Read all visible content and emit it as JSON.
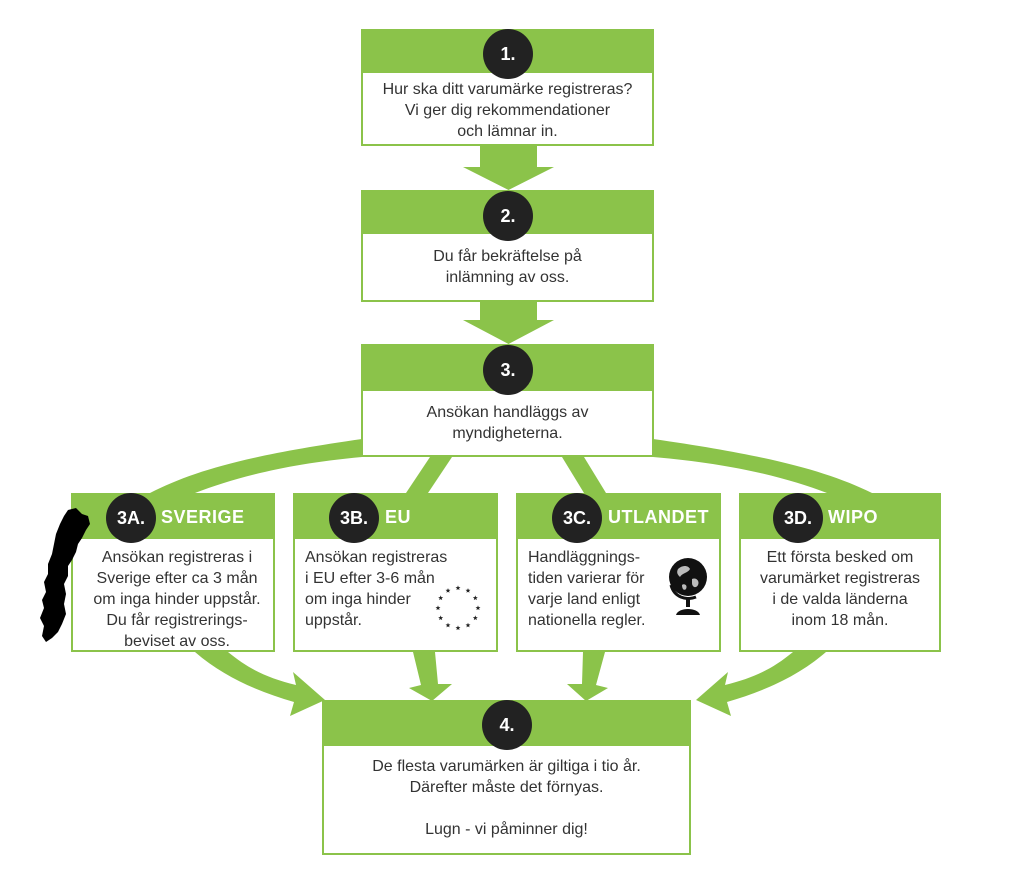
{
  "colors": {
    "accent": "#8bc34a",
    "circle": "#222222",
    "text": "#333333"
  },
  "steps": {
    "s1": {
      "num": "1.",
      "lines": [
        "Hur ska ditt varumärke registreras?",
        "Vi ger dig rekommendationer",
        "och lämnar in."
      ]
    },
    "s2": {
      "num": "2.",
      "lines": [
        "Du får bekräftelse på",
        "inlämning av oss."
      ]
    },
    "s3": {
      "num": "3.",
      "lines": [
        "Ansökan handläggs av",
        "myndigheterna."
      ]
    },
    "s3a": {
      "num": "3A.",
      "title": "SVERIGE",
      "icon": "sweden-map-icon",
      "lines": [
        "Ansökan registreras i",
        "Sverige efter ca 3 mån",
        "om inga hinder uppstår.",
        "Du får registrerings-",
        "beviset av oss."
      ]
    },
    "s3b": {
      "num": "3B.",
      "title": "EU",
      "icon": "eu-stars-icon",
      "lines": [
        "Ansökan registreras",
        "i EU efter 3-6 mån",
        "om inga hinder",
        "uppstår."
      ]
    },
    "s3c": {
      "num": "3C.",
      "title": "UTLANDET",
      "icon": "globe-icon",
      "lines": [
        "Handläggnings-",
        "tiden varierar för",
        "varje land enligt",
        "nationella regler."
      ]
    },
    "s3d": {
      "num": "3D.",
      "title": "WIPO",
      "lines": [
        "Ett första besked om",
        "varumärket registreras",
        "i de valda länderna",
        "inom 18 mån."
      ]
    },
    "s4": {
      "num": "4.",
      "lines": [
        "De flesta varumärken är giltiga i tio år.",
        "Därefter måste det förnyas.",
        "",
        "Lugn - vi påminner dig!"
      ]
    }
  }
}
